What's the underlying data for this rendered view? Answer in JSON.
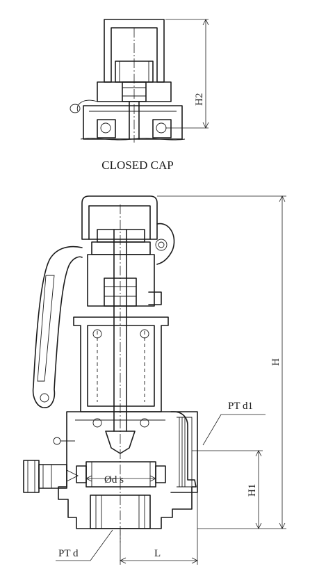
{
  "labels": {
    "closed_cap": "CLOSED CAP",
    "h2": "H2",
    "h": "H",
    "h1": "H1",
    "pt_d1": "PT d1",
    "pt_d": "PT d",
    "l": "L",
    "ods": "Ød s"
  }
}
